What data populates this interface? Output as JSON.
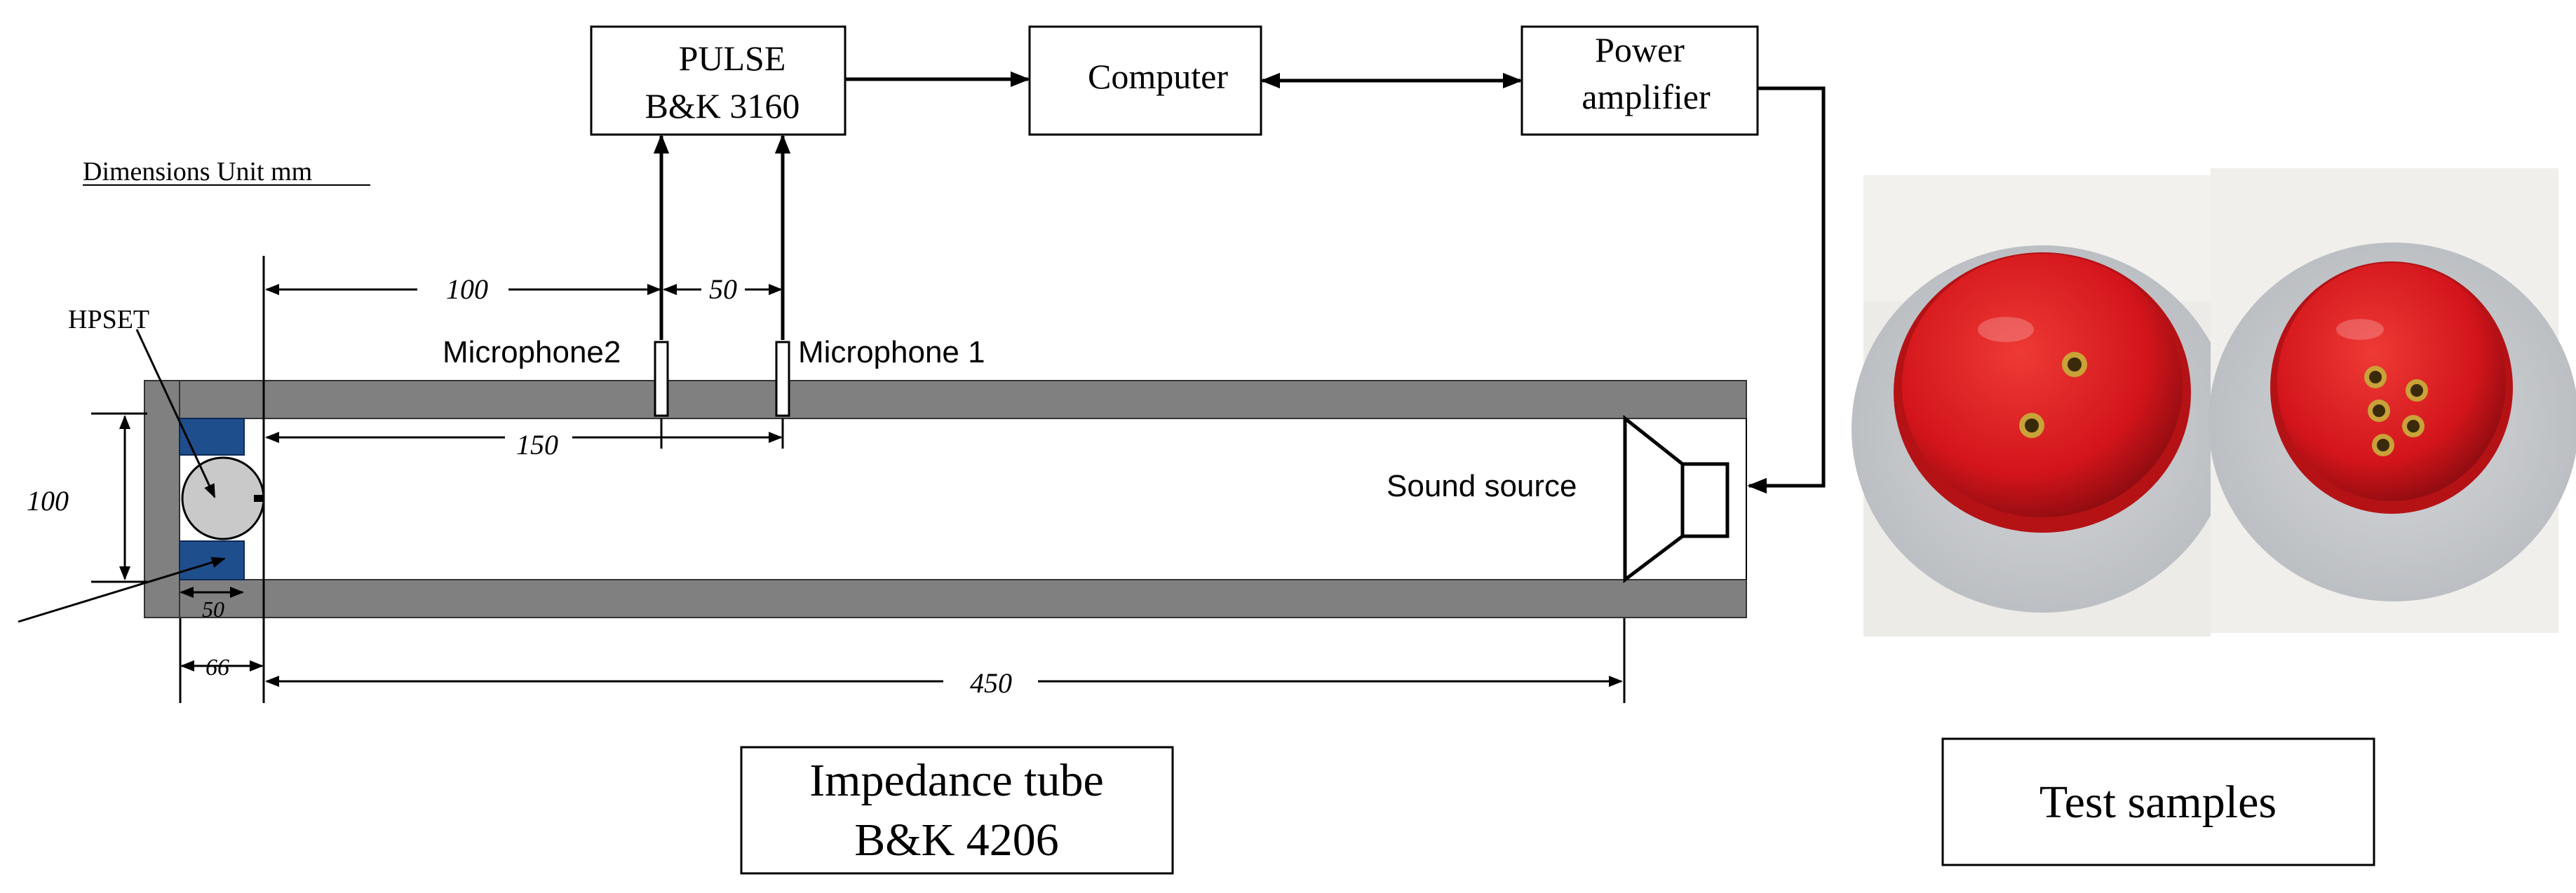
{
  "blocks": {
    "pulse": {
      "line1": "PULSE",
      "line2": "B&K 3160"
    },
    "computer": {
      "label": "Computer"
    },
    "amplifier": {
      "line1": "Power",
      "line2": "amplifier"
    }
  },
  "labels": {
    "dimensions_unit": "Dimensions Unit mm",
    "hpset": "HPSET",
    "microphone2": "Microphone2",
    "microphone1": "Microphone 1",
    "sound_source": "Sound source"
  },
  "dimensions": {
    "d100_top": "100",
    "d50_top": "50",
    "d150": "150",
    "d100_left": "100",
    "d50_bottom": "50",
    "d66": "66",
    "d450": "450"
  },
  "captions": {
    "tube_line1": "Impedance tube",
    "tube_line2": "B&K 4206",
    "samples": "Test samples"
  },
  "colors": {
    "tube_wall": "#808080",
    "hpset_block": "#1f4e8c",
    "sample_red": "#d3151b",
    "foam": "#c9cccf"
  }
}
